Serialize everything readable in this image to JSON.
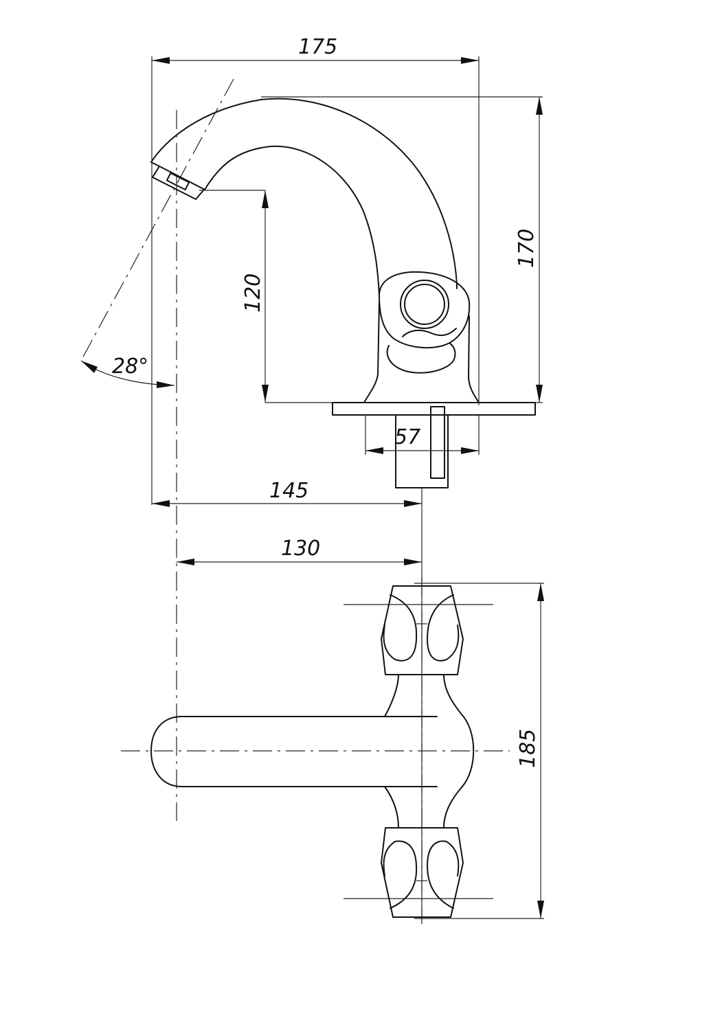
{
  "dimensions": {
    "overall_width": "175",
    "overall_height": "170",
    "spout_height": "120",
    "base_width": "57",
    "spout_reach": "145",
    "spout_to_axis": "130",
    "handles_span": "185",
    "spout_angle": "28°"
  }
}
